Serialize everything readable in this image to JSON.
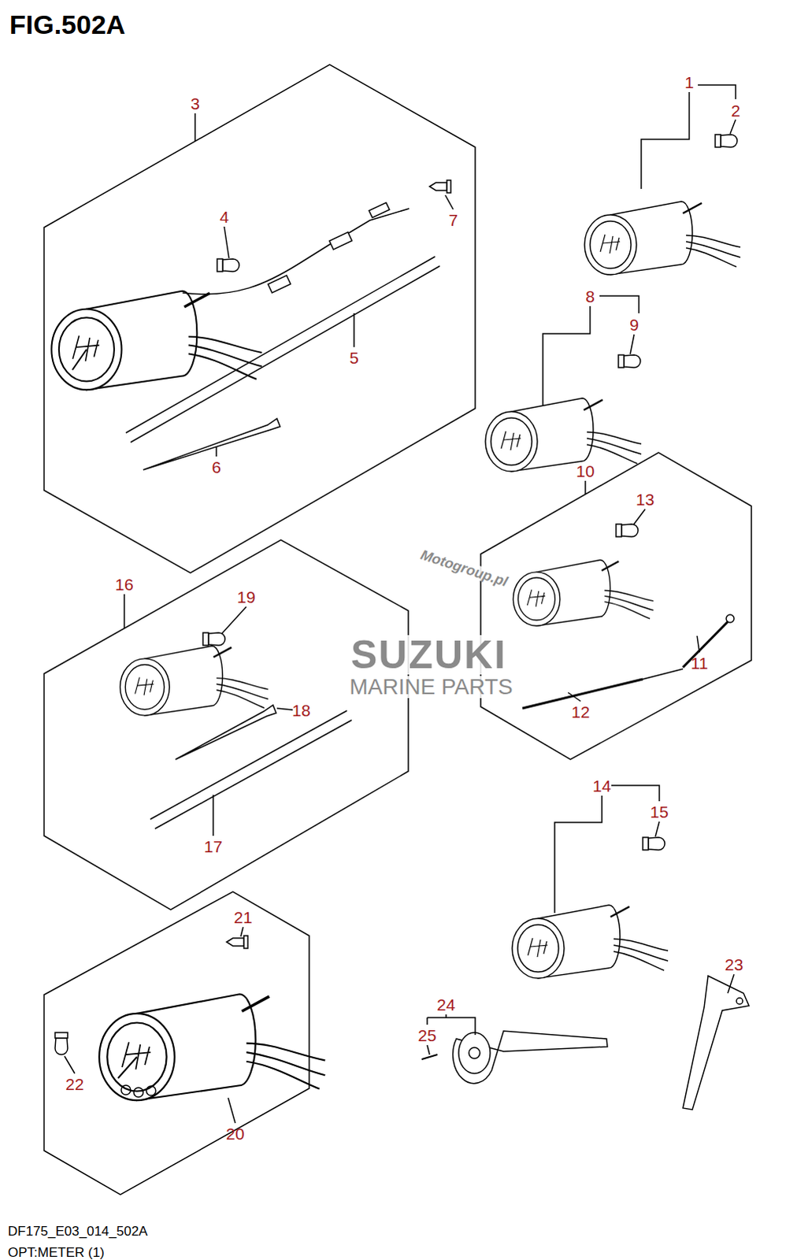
{
  "diagram": {
    "title": "FIG.502A",
    "caption": "OPT:METER (1)",
    "labels": [
      "1",
      "2",
      "3",
      "4",
      "5",
      "6",
      "7",
      "8",
      "9",
      "10",
      "11",
      "12",
      "13",
      "14",
      "15",
      "16",
      "17",
      "18",
      "19",
      "20",
      "21",
      "22",
      "23",
      "24",
      "25",
      "Motogroup.pl",
      "SUZUKI",
      "MARINE PARTS",
      "DF175_E03_014_502A"
    ]
  }
}
